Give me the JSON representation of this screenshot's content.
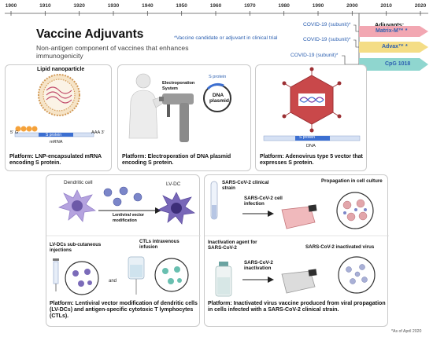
{
  "timeline": {
    "years": [
      "1900",
      "1910",
      "1920",
      "1930",
      "1940",
      "1950",
      "1960",
      "1970",
      "1980",
      "1990",
      "2000",
      "2010",
      "2020"
    ]
  },
  "header": {
    "title": "Vaccine Adjuvants",
    "subtitle": "Non-antigen component of vaccines that enhances immunogenicity",
    "note": "*Vaccine candidate or adjuvant in clinical trial"
  },
  "adjuvants": {
    "heading": "Adjuvants:",
    "items": [
      {
        "covid": "COVID-19 (subunit)*",
        "name": "Matrix-M™ *",
        "color": "#f2a7b2",
        "text_color": "#2b5fb0"
      },
      {
        "covid": "COVID-19 (subunit)*",
        "name": "Advax™ *",
        "color": "#f4dd86",
        "text_color": "#2b5fb0"
      },
      {
        "covid": "COVID-19 (subunit)*",
        "name": "CpG 1018",
        "color": "#8fd6cf",
        "text_color": "#2b5fb0"
      }
    ]
  },
  "panels": {
    "lnp": {
      "title": "Lipid nanoparticle",
      "mrna": "mRNA",
      "five_prime": "5' G",
      "three_prime": "AAA 3'",
      "gene": "S protein",
      "platform": "Platform: LNP-encapsulated mRNA  encoding S protein."
    },
    "dna": {
      "system": "Electroporation System",
      "s_protein": "S protein",
      "plasmid": "DNA plasmid",
      "platform": "Platform: Electroporation of DNA plasmid encoding S protein."
    },
    "adeno": {
      "dna": "DNA",
      "gene": "S protein",
      "platform": "Platform: Adenovirus type 5 vector that expresses S protein."
    },
    "lv": {
      "dendritic": "Dendritic cell",
      "lvdc": "LV-DC",
      "modification": "Lentiviral vector modification",
      "injection": "LV-DCs sub-cutaneous injections",
      "and": "and",
      "ctl": "CTLs intravenous infusion",
      "platform": "Platform: Lentiviral vector modification of dendritic cells (LV-DCs) and antigen-specific cytotoxic T lymphocytes (CTLs)."
    },
    "inactivated": {
      "strain": "SARS-CoV-2 clinical strain",
      "infection": "SARS-CoV-2  cell infection",
      "culture": "Propagation in cell culture",
      "agent": "Inactivation agent for SARS-CoV-2",
      "inactivation": "SARS-CoV-2 inactivation",
      "inactivated": "SARS-CoV-2 inactivated virus",
      "platform": "Platform: Inactivated virus vaccine produced from viral propagation in cells infected with a SARS-CoV-2 clinical strain."
    }
  },
  "footnote": "*As of April 2020",
  "colors": {
    "virus": "#7b86c9",
    "cell": "#b5a3df",
    "red_virus": "#c9484a",
    "gene_bar": "#3c6fd1",
    "lnp_orange": "#f5a23a"
  }
}
